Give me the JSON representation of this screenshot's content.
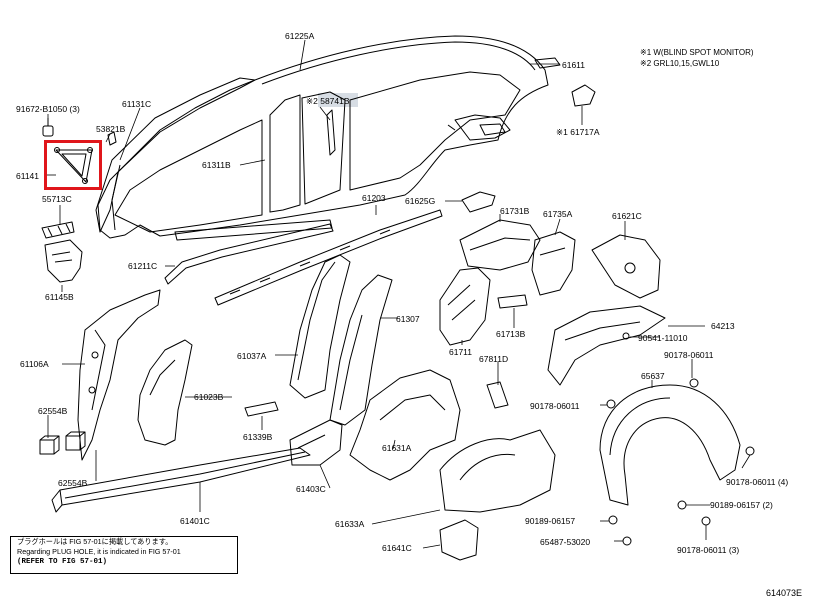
{
  "notes": {
    "note1": "※1 W(BLIND SPOT MONITOR)",
    "note2": "※2 GRL10,15,GWL10"
  },
  "footnote": {
    "line1": "プラグホールは FIG 57-01に掲載してあります。",
    "line2": "Regarding PLUG HOLE, it is indicated in FIG 57-01",
    "line3": "(REFER TO FIG 57-01)"
  },
  "figure_code": "614073E",
  "parts": {
    "p61225A": "61225A",
    "p61611": "61611",
    "p91672": "91672-B1050 (3)",
    "p61131C": "61131C",
    "p53821B": "53821B",
    "p58741B": "※2 58741B",
    "p61717A": "※1 61717A",
    "p61141": "61141",
    "p61311B": "61311B",
    "p55713C": "55713C",
    "p61203": "61203",
    "p61625G": "61625G",
    "p61731B": "61731B",
    "p61735A": "61735A",
    "p61621C": "61621C",
    "p61211C": "61211C",
    "p61145B": "61145B",
    "p61307": "61307",
    "p61713B": "61713B",
    "p90541": "90541-11010",
    "p64213": "64213",
    "p61106A": "61106A",
    "p61037A": "61037A",
    "p61711": "61711",
    "p67811D": "67811D",
    "p90178a": "90178-06011",
    "p65637": "65637",
    "p61023B": "61023B",
    "p62554B": "62554B",
    "p90178b": "90178-06011",
    "p61339B": "61339B",
    "p61631A": "61631A",
    "p90178c": "90178-06011 (4)",
    "p62554Bb": "62554B",
    "p61403C": "61403C",
    "p90189a": "90189-06157 (2)",
    "p61401C": "61401C",
    "p61633A": "61633A",
    "p90189b": "90189-06157",
    "p61641C": "61641C",
    "p65487": "65487-53020",
    "p90178d": "90178-06011 (3)"
  }
}
